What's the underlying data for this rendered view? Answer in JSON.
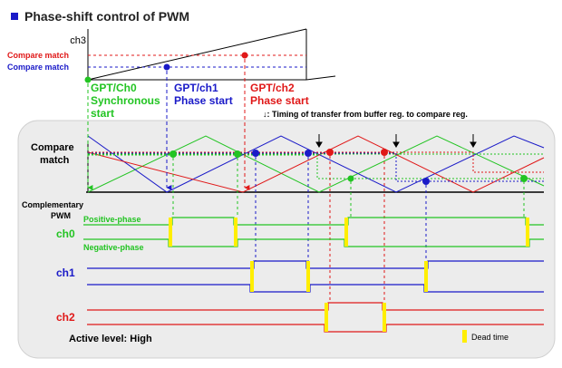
{
  "title": "Phase-shift control of PWM",
  "colors": {
    "ch0": "#22c422",
    "ch1": "#1a1ac8",
    "ch2": "#e01818",
    "dead": "#ffee00",
    "panel": "#ececec",
    "title_bullet": "#1a1ac8"
  },
  "top": {
    "counter_label": "ch3",
    "compare_red": "Compare match",
    "compare_blue": "Compare match",
    "ch0_caption": [
      "GPT/Ch0",
      "Synchronous",
      "start"
    ],
    "ch1_caption": [
      "GPT/ch1",
      "Phase start"
    ],
    "ch2_caption": [
      "GPT/ch2",
      "Phase start"
    ],
    "transfer_note": "↓: Timing of transfer from buffer reg. to compare reg."
  },
  "panel": {
    "compare_label": [
      "Compare",
      "match"
    ],
    "complementary_label": [
      "Complementary",
      "PWM"
    ],
    "ch0_label": "ch0",
    "positive_phase": "Positive-phase",
    "negative_phase": "Negative-phase",
    "ch1_label": "ch1",
    "ch2_label": "ch2",
    "active_level": "Active level: High",
    "dead_time": "Dead time"
  }
}
